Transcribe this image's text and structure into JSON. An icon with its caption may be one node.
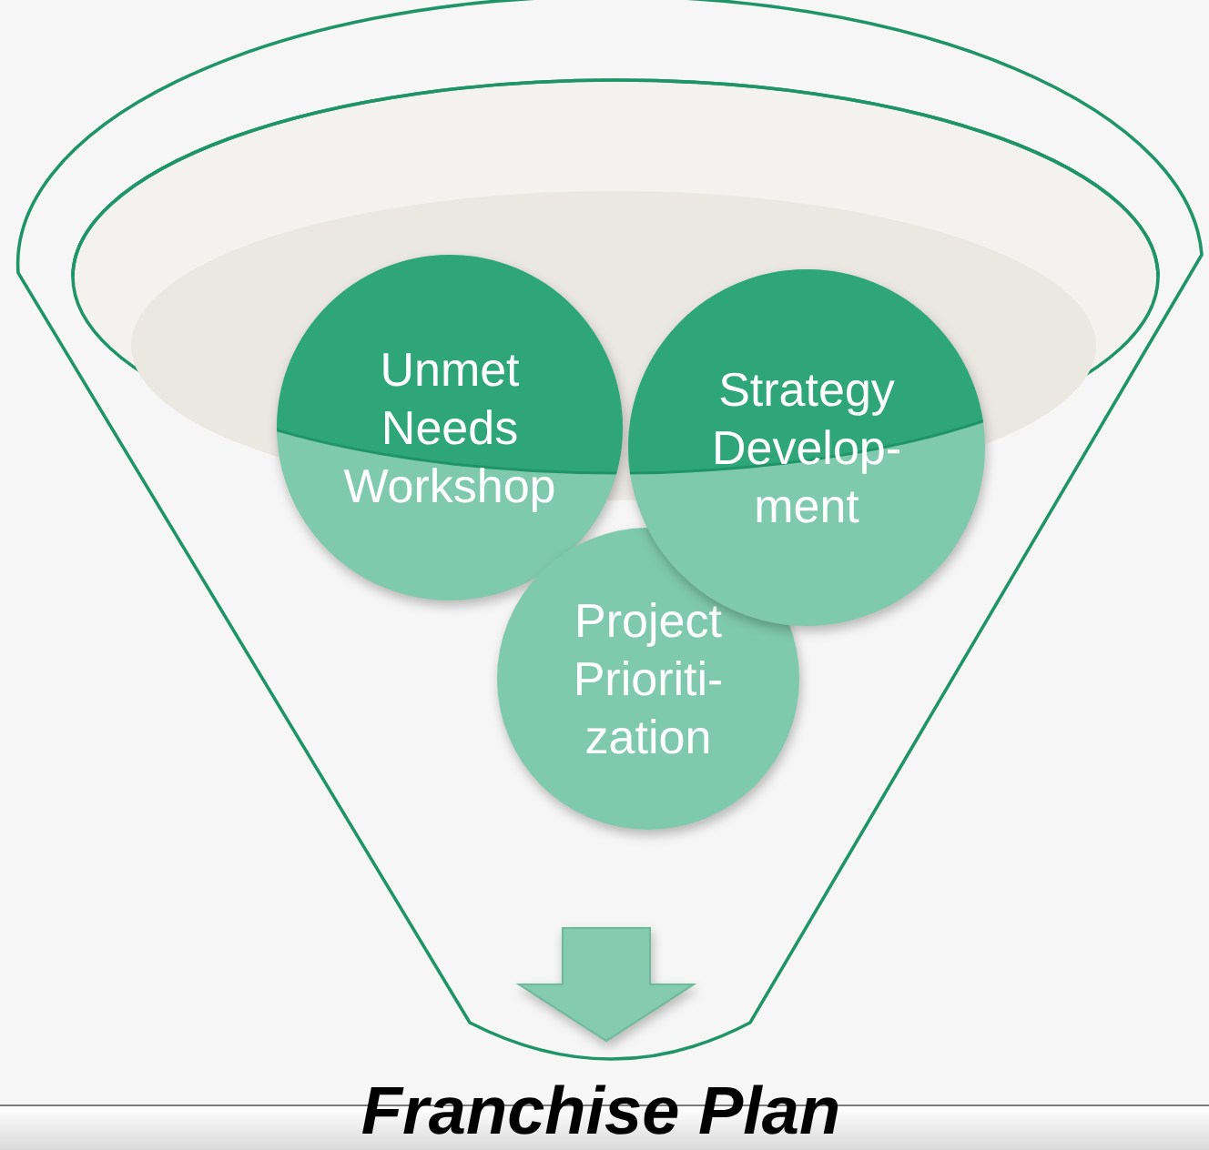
{
  "diagram": {
    "nodes": [
      {
        "text": [],
        "shape": "funnel"
      },
      {
        "text": [
          "Unmet Needs Workshop"
        ],
        "in": 0
      },
      {
        "text": [
          "Strategy Develop- ment"
        ],
        "in": 0
      },
      {
        "text": [
          "Project Prioriti- zation"
        ],
        "in": 0
      },
      {
        "text": [
          "Franchise Plan"
        ]
      }
    ],
    "edges": [
      {
        "from": null,
        "to": 4,
        "arrow": "to",
        "style": "thick"
      }
    ]
  }
}
